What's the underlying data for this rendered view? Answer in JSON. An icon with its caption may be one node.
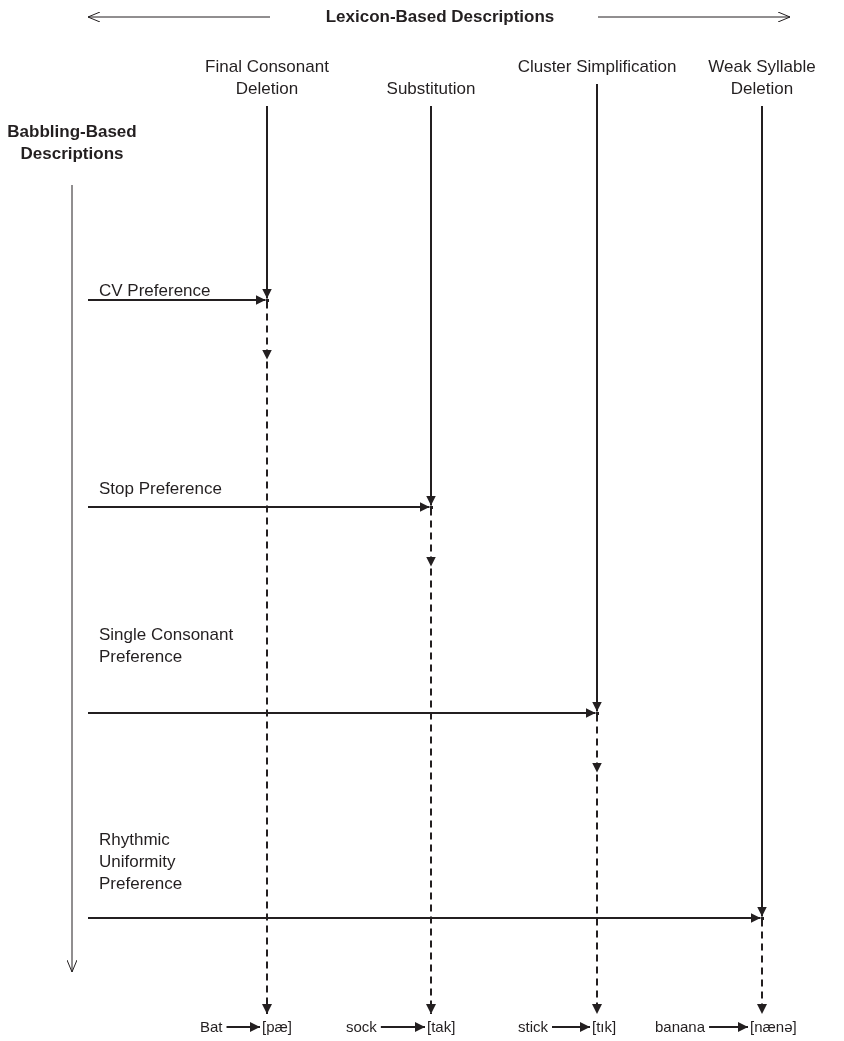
{
  "diagram": {
    "nodes": [
      {
        "text": [
          "Final Consonant Deletion"
        ]
      },
      {
        "text": [
          "Substitution"
        ]
      },
      {
        "text": [
          "Cluster Simplification"
        ]
      },
      {
        "text": [
          "Weak Syllable Deletion"
        ]
      },
      {
        "text": [
          "CV Preference"
        ]
      },
      {
        "text": [
          "Stop Preference"
        ]
      },
      {
        "text": [
          "Single Consonant Preference"
        ]
      },
      {
        "text": [
          "Rhythmic Uniformity Preference"
        ]
      },
      {
        "text": [],
        "shape": "point"
      },
      {
        "text": [],
        "shape": "point"
      },
      {
        "text": [],
        "shape": "point"
      },
      {
        "text": [],
        "shape": "point"
      },
      {
        "text": [
          "Bat"
        ]
      },
      {
        "text": [
          "[pæ]"
        ]
      },
      {
        "text": [
          "sock"
        ]
      },
      {
        "text": [
          "[tak]"
        ]
      },
      {
        "text": [
          "stick"
        ]
      },
      {
        "text": [
          "[tık]"
        ]
      },
      {
        "text": [
          "banana"
        ]
      },
      {
        "text": [
          "[nænə]"
        ]
      }
    ],
    "edges": [
      {
        "from": 0,
        "to": 8,
        "arrow": "to"
      },
      {
        "from": 4,
        "to": 8,
        "arrow": "to"
      },
      {
        "from": 8,
        "to": 13,
        "arrow": "to",
        "style": "dashed"
      },
      {
        "from": 12,
        "to": 13,
        "arrow": "to"
      },
      {
        "from": 1,
        "to": 9,
        "arrow": "to"
      },
      {
        "from": 5,
        "to": 9,
        "arrow": "to"
      },
      {
        "from": 9,
        "to": 15,
        "arrow": "to",
        "style": "dashed"
      },
      {
        "from": 14,
        "to": 15,
        "arrow": "to"
      },
      {
        "from": 2,
        "to": 10,
        "arrow": "to"
      },
      {
        "from": 6,
        "to": 10,
        "arrow": "to"
      },
      {
        "from": 10,
        "to": 17,
        "arrow": "to",
        "style": "dashed"
      },
      {
        "from": 16,
        "to": 17,
        "arrow": "to"
      },
      {
        "from": 3,
        "to": 11,
        "arrow": "to"
      },
      {
        "from": 7,
        "to": 11,
        "arrow": "to"
      },
      {
        "from": 11,
        "to": 19,
        "arrow": "to",
        "style": "dashed"
      },
      {
        "from": 18,
        "to": 19,
        "arrow": "to"
      }
    ],
    "labels": [
      "Lexicon-Based Descriptions",
      "Babbling-Based Descriptions"
    ]
  }
}
